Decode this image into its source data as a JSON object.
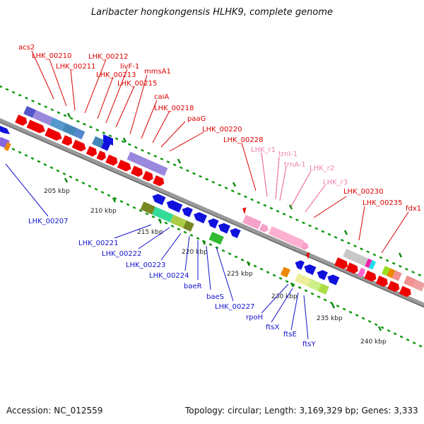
{
  "title": "Laribacter hongkongensis HLHK9, complete genome",
  "footer": {
    "accession": "Accession: NC_012559",
    "summary": "Topology: circular; Length: 3,169,329 bp; Genes: 3,333"
  },
  "colors": {
    "forward_gene": "#ee0000",
    "reverse_gene": "#1111dd",
    "rna_label": "#f080b0",
    "tick": "#118811",
    "backbone": "#888888"
  },
  "kbp_labels": [
    "205 kbp",
    "210 kbp",
    "215 kbp",
    "220 kbp",
    "225 kbp",
    "230 kbp",
    "235 kbp",
    "240 kbp"
  ],
  "forward_labels": [
    "acs2",
    "LHK_00210",
    "LHK_00211",
    "LHK_00212",
    "LHK_00213",
    "livF-1",
    "LHK_00215",
    "mmsA1",
    "caiA",
    "LHK_00218",
    "paaG",
    "LHK_00220",
    "LHK_00228",
    "LHK_r1",
    "trnI-1",
    "trnA-1",
    "LHK_r2",
    "LHK_r3",
    "LHK_00230",
    "LHK_00235",
    "fdx1"
  ],
  "reverse_labels": [
    "LHK_00207",
    "LHK_00221",
    "LHK_00222",
    "LHK_00223",
    "LHK_00224",
    "baeR",
    "baeS",
    "LHK_00227",
    "rpoH",
    "ftsX",
    "ftsE",
    "ftsY"
  ]
}
